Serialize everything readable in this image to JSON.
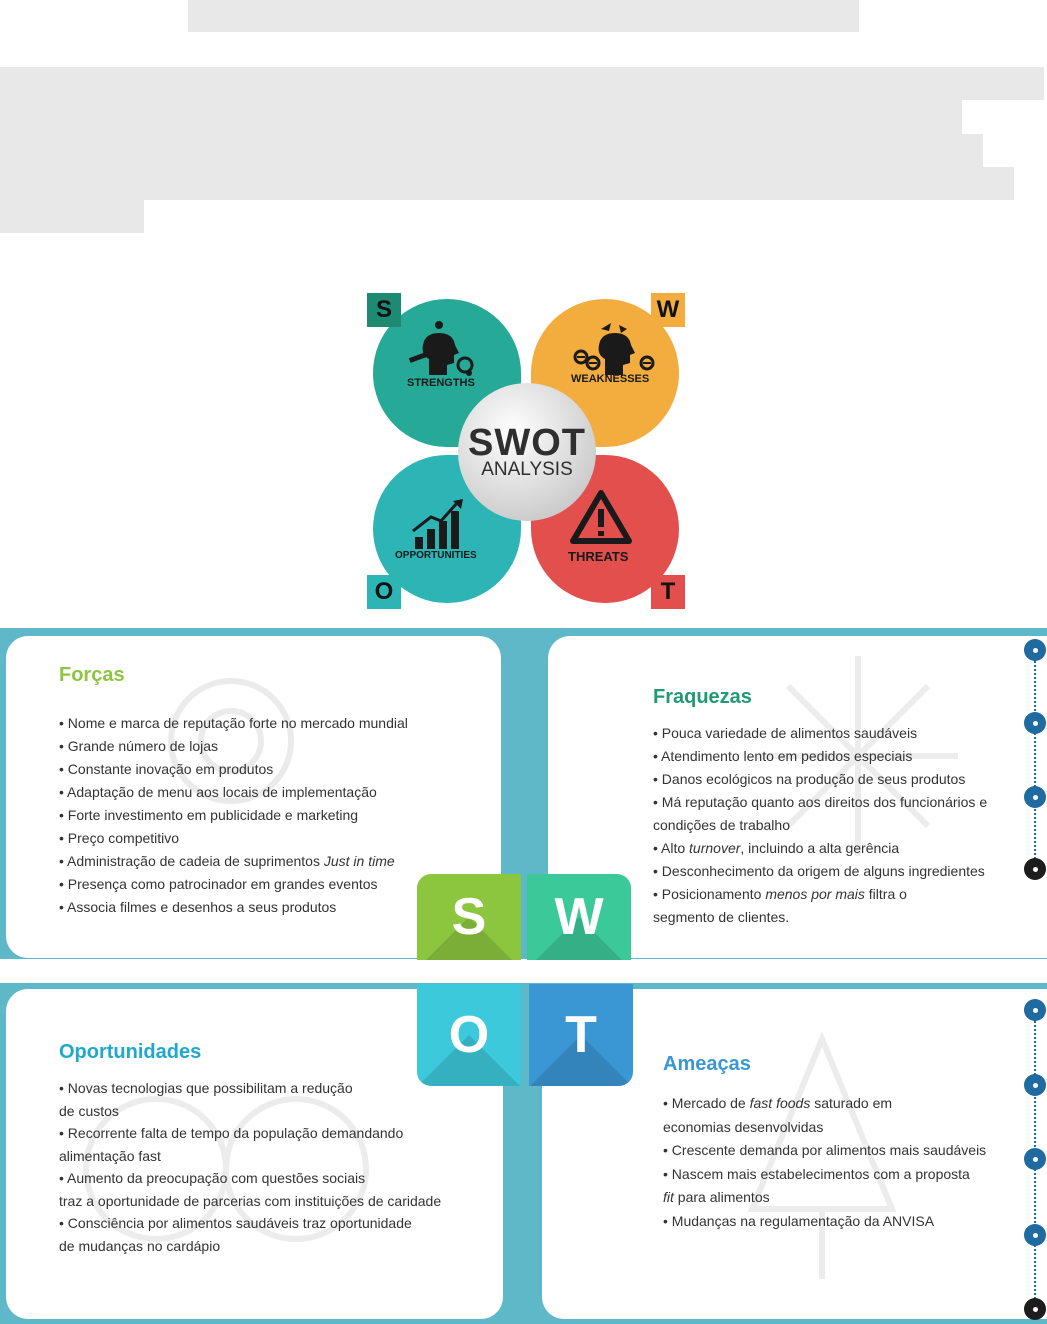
{
  "logo": {
    "letters": {
      "s": "S",
      "w": "W",
      "o": "O",
      "t": "T"
    },
    "labels": {
      "s": "STRENGTHS",
      "w": "WEAKNESSES",
      "o": "OPPORTUNITIES",
      "t": "THREATS"
    },
    "center_big": "SWOT",
    "center_small": "ANALYSIS",
    "icons": [
      "person-gear-icon",
      "person-stress-icon",
      "growth-chart-icon",
      "warning-icon"
    ]
  },
  "forcas": {
    "title": "Forças",
    "items": [
      "Nome e marca de reputação forte no mercado mundial",
      "Grande número de lojas",
      "Constante inovação em produtos",
      "Adaptação de menu aos locais de implementação",
      "Forte investimento em publicidade e marketing",
      "Preço competitivo",
      "Presença como patrocinador em grandes eventos",
      "Associa filmes e desenhos a seus produtos"
    ],
    "item7_prefix": "Administração de cadeia de suprimentos ",
    "item7_em": "Just in time"
  },
  "fraquezas": {
    "title": "Fraquezas",
    "items": [
      "Pouca variedade de alimentos saudáveis",
      "Atendimento lento em pedidos especiais",
      "Danos ecológicos na produção de seus produtos"
    ],
    "item4_line1": "Má reputação quanto aos direitos dos funcionários e",
    "item4_line2": "condições de trabalho",
    "item5_prefix": "Alto ",
    "item5_em": "turnover",
    "item5_suffix": ", incluindo a alta gerência",
    "item6": "Desconhecimento da origem de alguns ingredientes",
    "item7_prefix": "Posicionamento ",
    "item7_em": "menos por mais",
    "item7_suffix": " filtra o",
    "item7_line2": "segmento de clientes."
  },
  "oportunidades": {
    "title": "Oportunidades",
    "lines": [
      "• Novas tecnologias que possibilitam a redução",
      "de custos",
      "• Recorrente falta de tempo da população demandando",
      "alimentação fast",
      "• Aumento da preocupação com questões sociais",
      "traz a oportunidade de parcerias com instituições de caridade",
      "• Consciência por alimentos saudáveis traz oportunidade",
      "de mudanças no cardápio"
    ]
  },
  "ameacas": {
    "title": "Ameaças",
    "item1_prefix": "• Mercado de ",
    "item1_em": "fast foods",
    "item1_suffix": " saturado em",
    "item1_line2": "economias desenvolvidas",
    "item2": "• Crescente demanda por alimentos mais saudáveis",
    "item3": "• Nascem mais estabelecimentos com a proposta",
    "item3_em": "fit",
    "item3_line2": " para alimentos",
    "item4": "• Mudanças na regulamentação da ANVISA"
  },
  "tiles": {
    "s": "S",
    "w": "W",
    "o": "O",
    "t": "T"
  },
  "colors": {
    "forcas": "#8cc63f",
    "fraquezas": "#1f9b73",
    "oportunidades": "#1fa8d0",
    "ameacas": "#3a97d4",
    "band": "#5fb8c8",
    "tile_s": "#8cc63f",
    "tile_w": "#3cc99a",
    "tile_o": "#3dc9dc",
    "tile_t": "#3a97d4"
  }
}
